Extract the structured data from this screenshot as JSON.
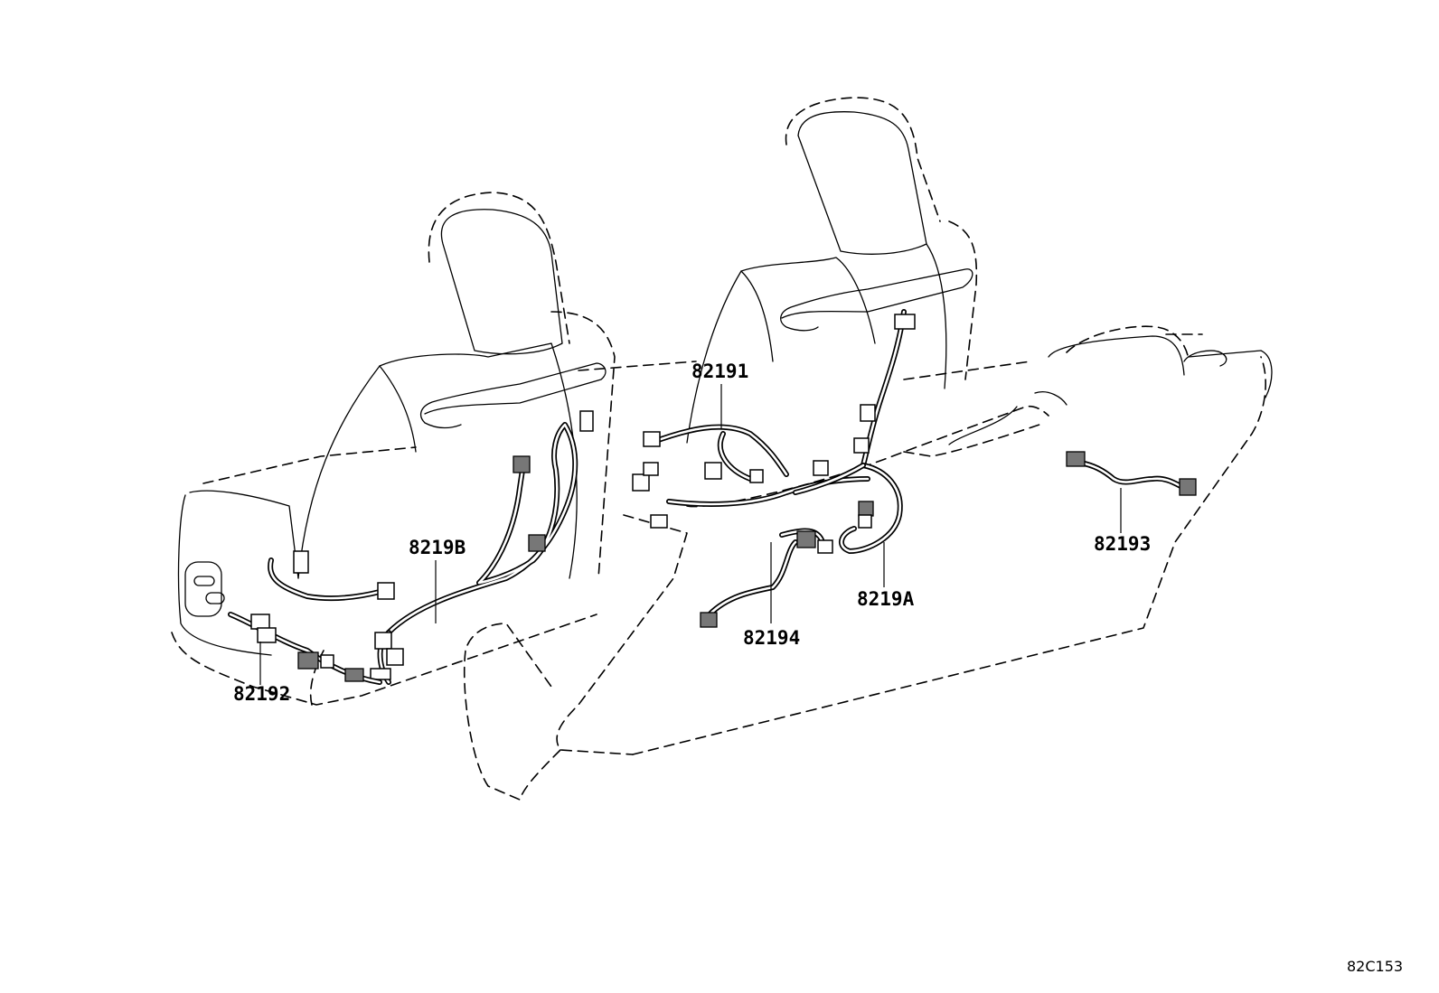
{
  "diagram": {
    "callouts": {
      "p82191": "82191",
      "p8219B": "8219B",
      "p82192": "82192",
      "p82193": "82193",
      "p82194": "82194",
      "p8219A": "8219A"
    },
    "figure_code": "82C153"
  }
}
